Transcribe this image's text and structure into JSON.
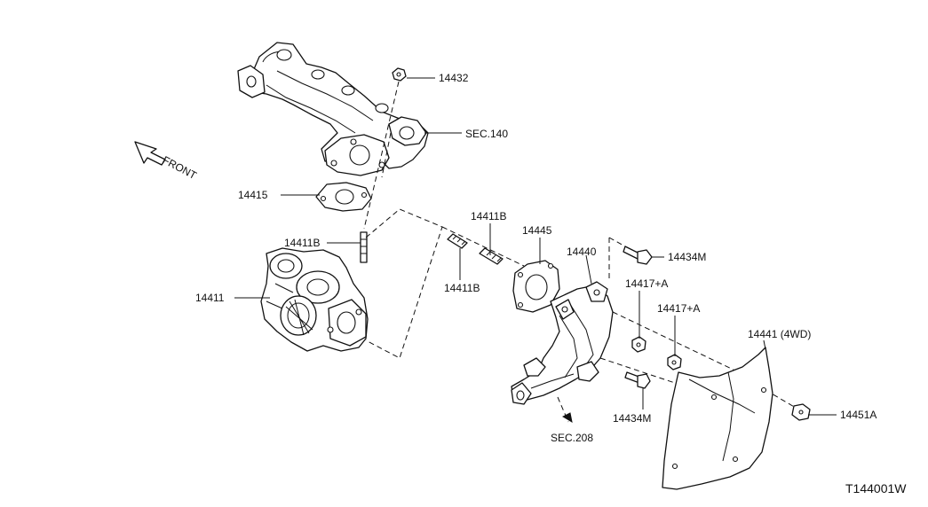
{
  "labels": {
    "p14432": "14432",
    "sec140": "SEC.140",
    "front": "FRONT",
    "p14415": "14415",
    "p14411b_a": "14411B",
    "p14411": "14411",
    "p14411b_b": "14411B",
    "p14411b_c": "14411B",
    "p14445": "14445",
    "p14440": "14440",
    "p14434m_a": "14434M",
    "p14417a_a": "14417+A",
    "p14417a_b": "14417+A",
    "p14441": "14441 (4WD)",
    "p14434m_b": "14434M",
    "p14451a": "14451A",
    "sec208": "SEC.208",
    "figure_code": "T144001W"
  }
}
